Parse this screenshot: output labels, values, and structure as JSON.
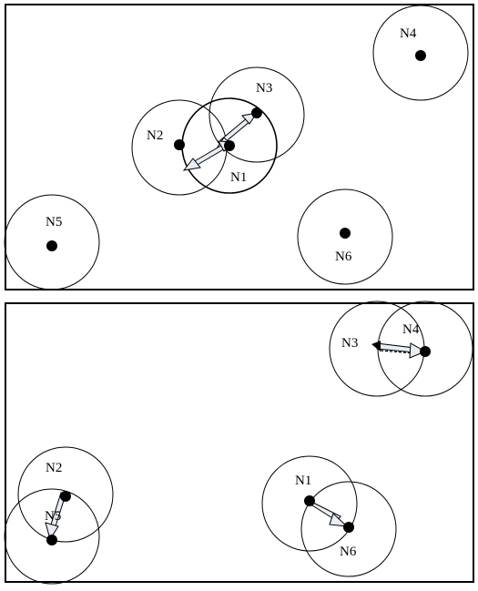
{
  "panels": [
    {
      "nodes": [
        {
          "id": "N1",
          "label": "N1"
        },
        {
          "id": "N2",
          "label": "N2"
        },
        {
          "id": "N3",
          "label": "N3"
        },
        {
          "id": "N4",
          "label": "N4"
        },
        {
          "id": "N5",
          "label": "N5"
        },
        {
          "id": "N6",
          "label": "N6"
        }
      ],
      "links": [
        {
          "from": "N1",
          "to": "N2",
          "style": "double-arrow"
        },
        {
          "from": "N1",
          "to": "N3",
          "style": "double-arrow"
        }
      ]
    },
    {
      "nodes": [
        {
          "id": "N1",
          "label": "N1"
        },
        {
          "id": "N2",
          "label": "N2"
        },
        {
          "id": "N3",
          "label": "N3"
        },
        {
          "id": "N4",
          "label": "N4"
        },
        {
          "id": "N5",
          "label": "N5"
        },
        {
          "id": "N6",
          "label": "N6"
        }
      ],
      "links": [
        {
          "from": "N3",
          "to": "N4",
          "style": "arrow"
        },
        {
          "from": "N2",
          "to": "N5",
          "style": "arrow"
        },
        {
          "from": "N1",
          "to": "N6",
          "style": "arrow"
        }
      ]
    }
  ]
}
